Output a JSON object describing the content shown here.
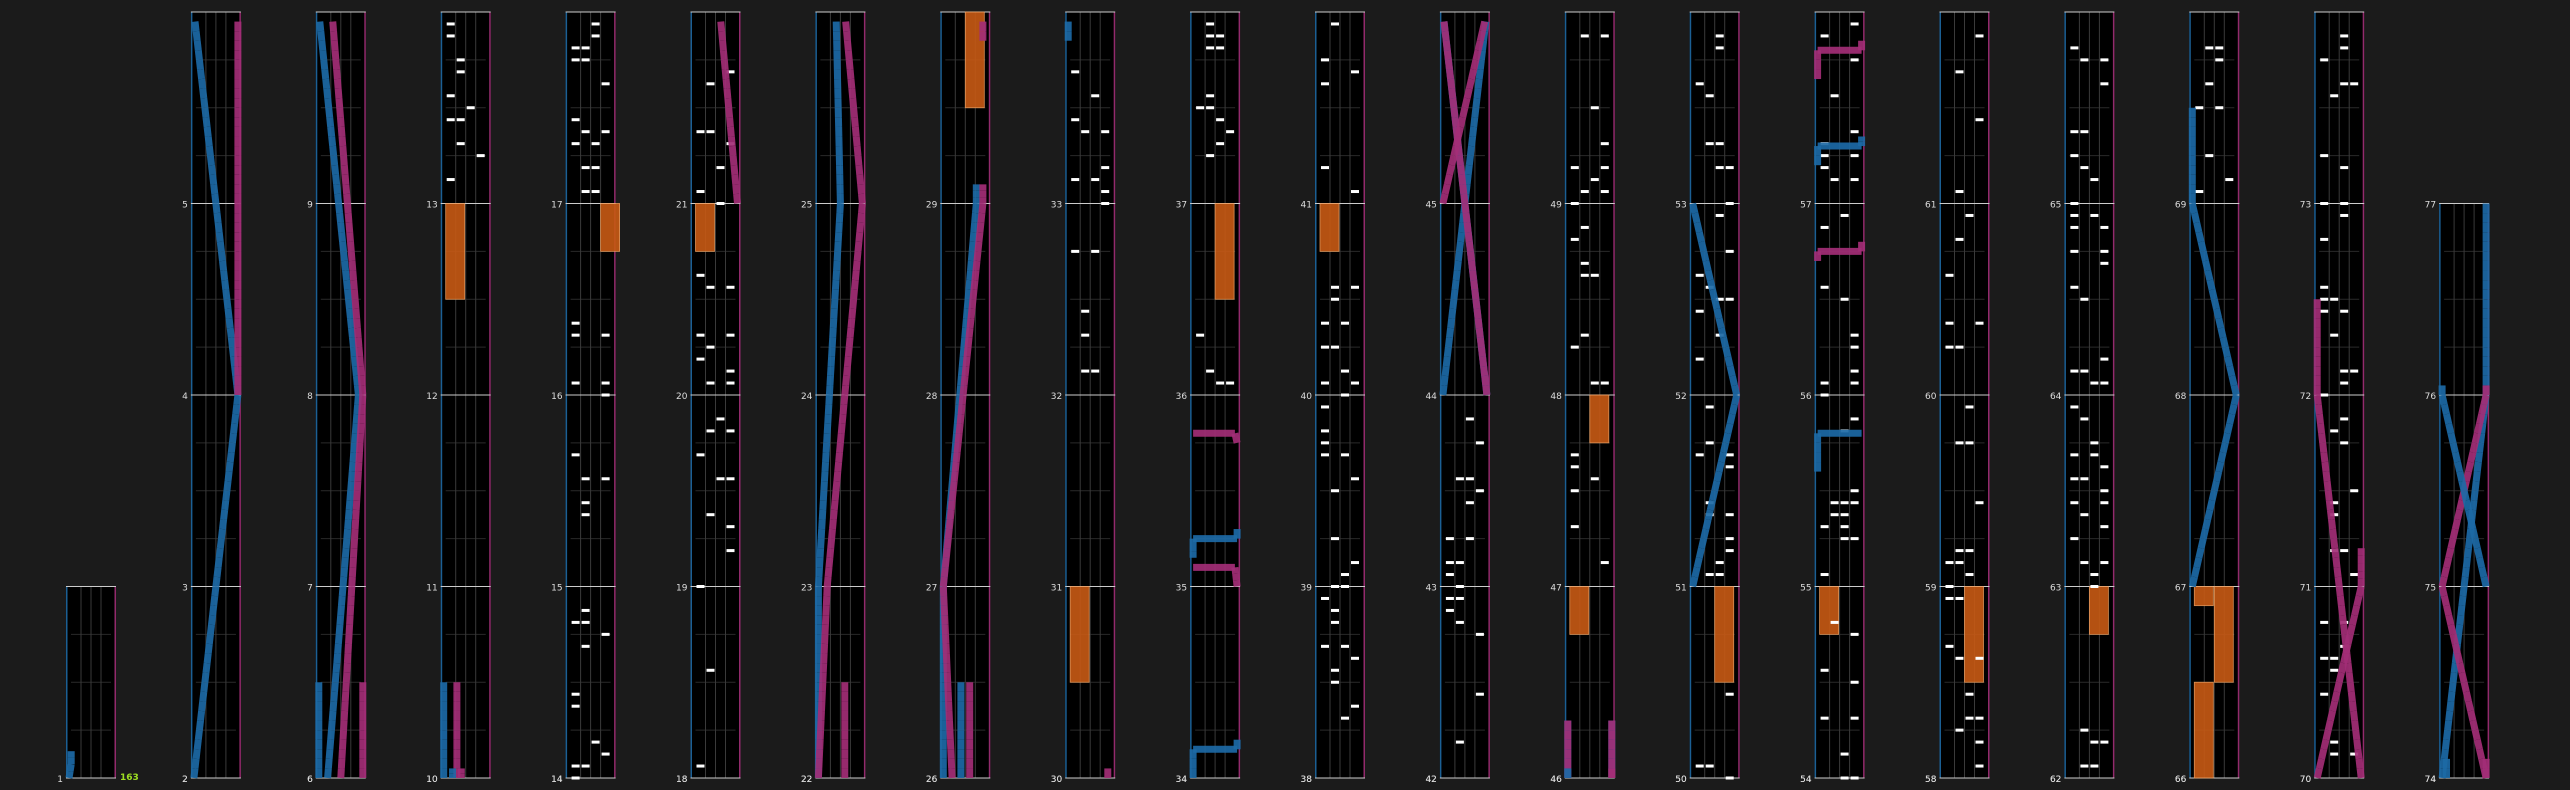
{
  "app": {
    "bpm_label": "163",
    "colors": {
      "background": "#1b1b1b",
      "lane_bg": "#000000",
      "left_rail": "#1b5f94",
      "right_rail": "#922a6c",
      "left_laser": "#1d6aa6",
      "right_laser": "#a32e77",
      "fx_hold": "#c85a14",
      "chip": "#ffffff",
      "bar_line": "#cccccc",
      "measure_number": "#dddddd",
      "bpm": "#9ee022"
    }
  },
  "chart": {
    "lasers": [
      {
        "side": "L",
        "pts": [
          [
            1,
            0.0
          ],
          [
            1.07,
            0.05
          ],
          [
            1.14,
            0.05
          ]
        ]
      },
      {
        "side": "L",
        "pts": [
          [
            2,
            0.0
          ],
          [
            4,
            1.0
          ],
          [
            6,
            0.0
          ],
          [
            6.5,
            0.0
          ]
        ]
      },
      {
        "side": "R",
        "pts": [
          [
            6,
            0.3
          ],
          [
            4,
            1.0
          ],
          [
            6.5,
            1.0
          ]
        ]
      },
      {
        "side": "L",
        "pts": [
          [
            6,
            0.2
          ],
          [
            8,
            0.9
          ],
          [
            10,
            0.0
          ],
          [
            10.5,
            0.0
          ]
        ]
      },
      {
        "side": "R",
        "pts": [
          [
            6,
            0.5
          ],
          [
            8,
            1.0
          ],
          [
            10,
            0.3
          ],
          [
            10.5,
            0.3
          ]
        ]
      },
      {
        "side": "L",
        "pts": [
          [
            10,
            0.2
          ],
          [
            10.05,
            0.2
          ]
        ]
      },
      {
        "side": "R",
        "pts": [
          [
            10,
            0.4
          ],
          [
            10.05,
            0.4
          ]
        ]
      },
      {
        "side": "R",
        "pts": [
          [
            21,
            1.0
          ],
          [
            22,
            0.6
          ],
          [
            22.5,
            0.6
          ]
        ]
      },
      {
        "side": "L",
        "pts": [
          [
            22,
            0.0
          ],
          [
            23,
            0.0
          ],
          [
            25,
            0.5
          ],
          [
            26,
            0.4
          ],
          [
            26.5,
            0.4
          ]
        ]
      },
      {
        "side": "R",
        "pts": [
          [
            22,
            0.0
          ],
          [
            23,
            0.2
          ],
          [
            25,
            1.0
          ],
          [
            26,
            0.6
          ],
          [
            26.5,
            0.6
          ]
        ]
      },
      {
        "side": "L",
        "pts": [
          [
            26,
            0.0
          ],
          [
            27,
            0.0
          ],
          [
            29,
            0.75
          ],
          [
            29.1,
            0.75
          ]
        ]
      },
      {
        "side": "R",
        "pts": [
          [
            26,
            0.2
          ],
          [
            27,
            0.0
          ],
          [
            29,
            0.9
          ],
          [
            29.1,
            0.9
          ]
        ]
      },
      {
        "side": "R",
        "pts": [
          [
            29.85,
            0.9
          ],
          [
            30.05,
            0.9
          ]
        ]
      },
      {
        "side": "L",
        "pts": [
          [
            33.85,
            0.0
          ],
          [
            34.15,
            0.0
          ],
          [
            34.15,
            1.0
          ],
          [
            34.2,
            1.0
          ]
        ]
      },
      {
        "side": "R",
        "pts": [
          [
            35.0,
            1.0
          ],
          [
            35.1,
            0.95
          ],
          [
            35.1,
            0.0
          ],
          [
            35.1,
            0.0
          ]
        ]
      },
      {
        "side": "L",
        "pts": [
          [
            35.15,
            0.0
          ],
          [
            35.25,
            0.0
          ],
          [
            35.25,
            1.0
          ],
          [
            35.3,
            1.0
          ]
        ]
      },
      {
        "side": "R",
        "pts": [
          [
            35.75,
            1.0
          ],
          [
            35.8,
            0.95
          ],
          [
            35.8,
            0.0
          ],
          [
            35.8,
            0.0
          ]
        ]
      },
      {
        "side": "L",
        "pts": [
          [
            44,
            0.0
          ],
          [
            46,
            1.0
          ],
          [
            46.3,
            1.0
          ]
        ]
      },
      {
        "side": "L",
        "pts": [
          [
            44,
            1.0
          ],
          [
            46,
            0.0
          ],
          [
            46.3,
            0.0
          ]
        ]
      },
      {
        "side": "R",
        "pts": [
          [
            44,
            1.0
          ],
          [
            46,
            0.0
          ],
          [
            46.3,
            0.0
          ]
        ]
      },
      {
        "side": "R",
        "pts": [
          [
            45,
            0.0
          ],
          [
            46,
            1.0
          ],
          [
            46.3,
            1.0
          ]
        ]
      },
      {
        "side": "R",
        "pts": [
          [
            46,
            1.0
          ],
          [
            46.05,
            1.0
          ]
        ]
      },
      {
        "side": "L",
        "pts": [
          [
            46,
            0.0
          ],
          [
            46.05,
            0.0
          ]
        ]
      },
      {
        "side": "L",
        "pts": [
          [
            51,
            0.0
          ],
          [
            52,
            1.0
          ],
          [
            53,
            0.0
          ]
        ]
      },
      {
        "side": "L",
        "pts": [
          [
            55.6,
            0.0
          ],
          [
            55.8,
            0.0
          ],
          [
            55.8,
            1.0
          ],
          [
            55.8,
            1.0
          ]
        ]
      },
      {
        "side": "R",
        "pts": [
          [
            56.7,
            0.0
          ],
          [
            56.75,
            0.0
          ],
          [
            56.75,
            1.0
          ],
          [
            56.8,
            1.0
          ]
        ]
      },
      {
        "side": "L",
        "pts": [
          [
            57.2,
            0.0
          ],
          [
            57.3,
            0.0
          ],
          [
            57.3,
            1.0
          ],
          [
            57.35,
            1.0
          ]
        ]
      },
      {
        "side": "R",
        "pts": [
          [
            57.65,
            0.0
          ],
          [
            57.8,
            0.0
          ],
          [
            57.8,
            1.0
          ],
          [
            57.85,
            1.0
          ]
        ]
      },
      {
        "side": "R",
        "pts": [
          [
            70,
            1.0
          ],
          [
            72,
            0.0
          ],
          [
            72.5,
            0.0
          ]
        ]
      },
      {
        "side": "L",
        "pts": [
          [
            67,
            0.0
          ],
          [
            68,
            1.0
          ],
          [
            69,
            0.0
          ],
          [
            69.5,
            0.0
          ]
        ]
      },
      {
        "side": "R",
        "pts": [
          [
            70,
            0.0
          ],
          [
            71,
            1.0
          ],
          [
            71.2,
            1.0
          ]
        ]
      },
      {
        "side": "L",
        "pts": [
          [
            74,
            0.1
          ],
          [
            74.1,
            0.1
          ]
        ]
      },
      {
        "side": "R",
        "pts": [
          [
            74,
            1.0
          ],
          [
            74.1,
            1.0
          ]
        ]
      },
      {
        "side": "L",
        "pts": [
          [
            74,
            0.0
          ],
          [
            76,
            1.0
          ],
          [
            77,
            1.0
          ]
        ]
      },
      {
        "side": "R",
        "pts": [
          [
            74,
            1.0
          ],
          [
            75,
            0.0
          ],
          [
            76,
            1.0
          ],
          [
            76.05,
            1.0
          ]
        ]
      },
      {
        "side": "L",
        "pts": [
          [
            75,
            1.0
          ],
          [
            76,
            0.0
          ],
          [
            76.05,
            0.0
          ]
        ]
      }
    ],
    "holds": [
      {
        "s": 12.5,
        "e": 13.0,
        "lane": 0
      },
      {
        "s": 16.75,
        "e": 17.0,
        "lane": 3
      },
      {
        "s": 20.75,
        "e": 21.0,
        "lane": 0
      },
      {
        "s": 29.5,
        "e": 30.0,
        "lane": 2
      },
      {
        "s": 30.5,
        "e": 31.0,
        "lane": 0
      },
      {
        "s": 36.5,
        "e": 37.0,
        "lane": 2
      },
      {
        "s": 40.75,
        "e": 41.0,
        "lane": 0
      },
      {
        "s": 47.75,
        "e": 48.0,
        "lane": 2
      },
      {
        "s": 46.75,
        "e": 47.0,
        "lane": 0
      },
      {
        "s": 50.5,
        "e": 51.0,
        "lane": 2
      },
      {
        "s": 54.75,
        "e": 55.0,
        "lane": 0
      },
      {
        "s": 58.5,
        "e": 59.0,
        "lane": 2
      },
      {
        "s": 62.75,
        "e": 63.0,
        "lane": 2
      },
      {
        "s": 66.5,
        "e": 67.0,
        "lane": 2
      },
      {
        "s": 66.0,
        "e": 66.5,
        "lane": 0
      },
      {
        "s": 66.9,
        "e": 67.0,
        "lane": 0
      }
    ],
    "chip_ranges": [
      [
        13.0,
        16.5
      ],
      [
        17.0,
        20.75
      ],
      [
        21.0,
        21.75
      ],
      [
        32.0,
        33.75
      ],
      [
        36.0,
        36.4
      ],
      [
        37.0,
        40.75
      ],
      [
        41.0,
        44.0
      ],
      [
        47.0,
        50.5
      ],
      [
        51.0,
        55.5
      ],
      [
        55.0,
        66.0
      ],
      [
        69.0,
        73.5
      ],
      [
        73.5,
        74.0
      ]
    ]
  },
  "measures": [
    {
      "n": "1"
    },
    {
      "n": "2"
    },
    {
      "n": "3"
    },
    {
      "n": "4"
    },
    {
      "n": "5"
    },
    {
      "n": "6"
    },
    {
      "n": "7"
    },
    {
      "n": "8"
    },
    {
      "n": "9"
    },
    {
      "n": "10"
    },
    {
      "n": "11"
    },
    {
      "n": "12"
    },
    {
      "n": "13"
    },
    {
      "n": "14"
    },
    {
      "n": "15"
    },
    {
      "n": "16"
    },
    {
      "n": "17"
    },
    {
      "n": "18"
    },
    {
      "n": "19"
    },
    {
      "n": "20"
    },
    {
      "n": "21"
    },
    {
      "n": "22"
    },
    {
      "n": "23"
    },
    {
      "n": "24"
    },
    {
      "n": "25"
    },
    {
      "n": "26"
    },
    {
      "n": "27"
    },
    {
      "n": "28"
    },
    {
      "n": "29"
    },
    {
      "n": "30"
    },
    {
      "n": "31"
    },
    {
      "n": "32"
    },
    {
      "n": "33"
    },
    {
      "n": "34"
    },
    {
      "n": "35"
    },
    {
      "n": "36"
    },
    {
      "n": "37"
    },
    {
      "n": "38"
    },
    {
      "n": "39"
    },
    {
      "n": "40"
    },
    {
      "n": "41"
    },
    {
      "n": "42"
    },
    {
      "n": "43"
    },
    {
      "n": "44"
    },
    {
      "n": "45"
    },
    {
      "n": "46"
    },
    {
      "n": "47"
    },
    {
      "n": "48"
    },
    {
      "n": "49"
    },
    {
      "n": "50"
    },
    {
      "n": "51"
    },
    {
      "n": "52"
    },
    {
      "n": "53"
    },
    {
      "n": "54"
    },
    {
      "n": "55"
    },
    {
      "n": "56"
    },
    {
      "n": "57"
    },
    {
      "n": "58"
    },
    {
      "n": "59"
    },
    {
      "n": "60"
    },
    {
      "n": "61"
    },
    {
      "n": "62"
    },
    {
      "n": "63"
    },
    {
      "n": "64"
    },
    {
      "n": "65"
    },
    {
      "n": "66"
    },
    {
      "n": "67"
    },
    {
      "n": "68"
    },
    {
      "n": "69"
    },
    {
      "n": "70"
    },
    {
      "n": "71"
    },
    {
      "n": "72"
    },
    {
      "n": "73"
    },
    {
      "n": "74"
    },
    {
      "n": "75"
    },
    {
      "n": "76"
    },
    {
      "n": "77"
    }
  ]
}
